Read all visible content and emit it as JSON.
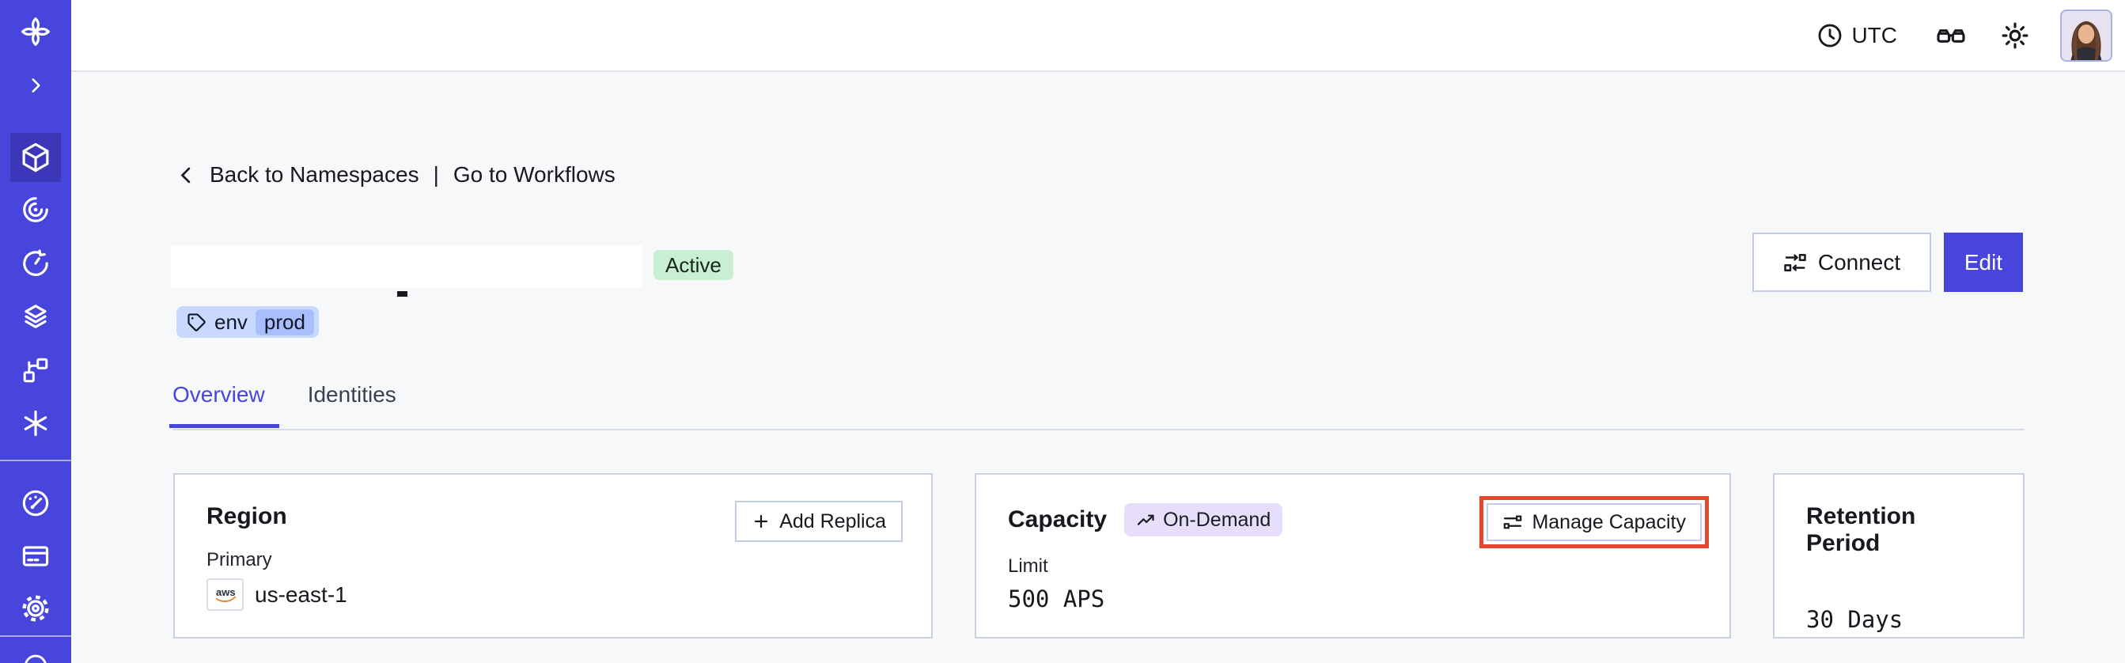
{
  "header": {
    "timezone": "UTC",
    "icons": [
      "clock-icon",
      "glasses-icon",
      "sun-icon",
      "user-avatar"
    ]
  },
  "sidebar": {
    "icons": [
      "temporal-logo",
      "chevron-right-icon",
      "cube-namespaces-icon",
      "spiral-eye-icon",
      "clock-schedules-icon",
      "layers-icon",
      "branch-icon",
      "asterisk-icon",
      "gauge-usage-icon",
      "billing-card-icon",
      "gear-settings-icon",
      "partial-bottom-icon"
    ],
    "active_item": "namespaces"
  },
  "breadcrumb": {
    "back_label": "Back to Namespaces",
    "separator": "|",
    "forward_label": "Go to Workflows"
  },
  "namespace": {
    "status_badge": "Active",
    "tag_key": "env",
    "tag_value": "prod"
  },
  "actions": {
    "connect_label": "Connect",
    "edit_label": "Edit"
  },
  "tabs": [
    {
      "label": "Overview",
      "active": true
    },
    {
      "label": "Identities",
      "active": false
    }
  ],
  "cards": {
    "region": {
      "title": "Region",
      "button_label": "Add Replica",
      "field_label": "Primary",
      "provider": "aws",
      "field_value": "us-east-1"
    },
    "capacity": {
      "title": "Capacity",
      "badge_label": "On-Demand",
      "button_label": "Manage Capacity",
      "field_label": "Limit",
      "field_value": "500 APS",
      "highlighted": true
    },
    "retention": {
      "title": "Retention Period",
      "field_value": "30 Days"
    }
  },
  "colors": {
    "sidebar": "#4845DC",
    "sidebar_active": "#3B37B8",
    "accent_indigo": "#4845DC",
    "status_active_bg": "#C9EFD3",
    "tag_bg": "#C9D8FE",
    "tag_value_bg": "#A8BFFC",
    "ondemand_bg": "#E6DEFB",
    "highlight_ring": "#E2482E",
    "card_border": "#CBD1E2",
    "button_border": "#C3CBE8",
    "aws_orange": "#E8862C",
    "content_bg": "#F7F8FA"
  }
}
